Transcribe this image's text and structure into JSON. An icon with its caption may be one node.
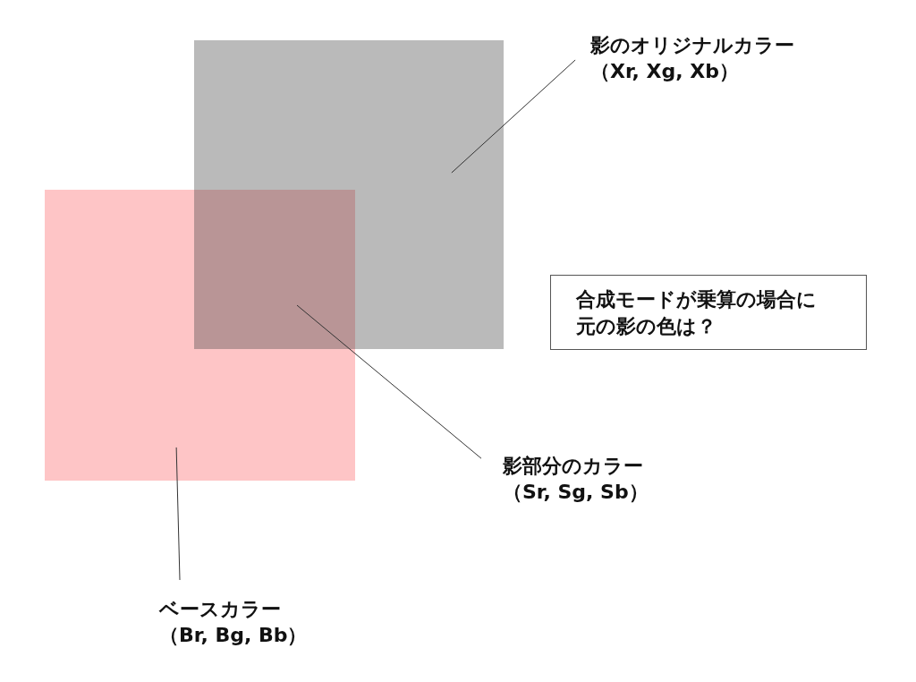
{
  "diagram": {
    "nodes": [
      {
        "text": [],
        "shape": "box"
      },
      {
        "text": [],
        "shape": "box"
      },
      {
        "text": [],
        "shape": "box"
      },
      {
        "text": [
          "影のオリジナルカラー",
          "（Xr, Xg, Xb）"
        ]
      },
      {
        "text": [
          "合成モードが乗算の場合に元の影の色は？"
        ]
      },
      {
        "text": [
          "影部分のカラー",
          "（Sr, Sg, Sb）"
        ]
      },
      {
        "text": [
          "ベースカラー",
          "（Br, Bg, Bb）"
        ]
      }
    ],
    "edges": [
      {
        "from": 3,
        "to": 0,
        "arrow": "none"
      },
      {
        "from": 5,
        "to": 2,
        "arrow": "none"
      },
      {
        "from": 6,
        "to": 1,
        "arrow": "none"
      }
    ]
  }
}
